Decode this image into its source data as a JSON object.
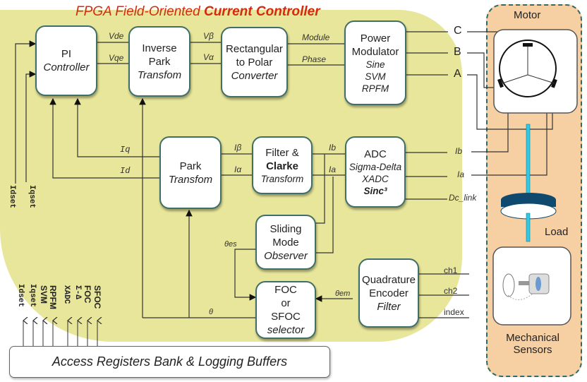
{
  "title": {
    "prefix": "FPGA Field-Oriented ",
    "emphasis": "Current Controller"
  },
  "colors": {
    "fpga_background": "#e8e69a",
    "title_red": "#d42a10",
    "block_border": "#3f6f66",
    "motor_panel": "#f6cfa3",
    "panel_dash": "#2f6b67",
    "shaft": "#35c6e0",
    "load_disc": "#0f4a6e"
  },
  "blocks": {
    "pi": {
      "line1": "PI",
      "line2": "Controller"
    },
    "inverse_park": {
      "line1": "Inverse",
      "line2": "Park",
      "line3": "Transfom"
    },
    "rect_polar": {
      "line1": "Rectangular",
      "line2": "to Polar",
      "line3": "Converter"
    },
    "power_mod": {
      "line1": "Power",
      "line2": "Modulator",
      "opt1": "Sine",
      "opt2": "SVM",
      "opt3": "RPFM"
    },
    "park": {
      "line1": "Park",
      "line2": "Transfom"
    },
    "clarke": {
      "line1": "Filter &",
      "line2": "Clarke",
      "line3": "Transform"
    },
    "adc": {
      "line1": "ADC",
      "opt1": "Sigma-Delta",
      "opt2": "XADC",
      "opt3": "Sinc³"
    },
    "smo": {
      "line1": "Sliding",
      "line2": "Mode",
      "line3": "Observer"
    },
    "selector": {
      "line1": "FOC",
      "line2": "or",
      "line3": "SFOC",
      "line4": "selector"
    },
    "encoder": {
      "line1": "Quadrature",
      "line2": "Encoder",
      "line3": "Filter"
    }
  },
  "signals": {
    "vde": "Vde",
    "vqe": "Vqe",
    "vbeta": "Vβ",
    "valpha": "Vα",
    "module": "Module",
    "phase": "Phase",
    "iq": "Iq",
    "id": "Id",
    "ibeta": "Iβ",
    "ialpha": "Iα",
    "ib_in": "Ib",
    "ia_in": "Ia",
    "ib_ext": "Ib",
    "ia_ext": "Ia",
    "dc_link": "Dc_link",
    "theta_es": "θes",
    "theta_em": "θem",
    "theta": "θ",
    "ch1": "ch1",
    "ch2": "ch2",
    "index": "index",
    "idset": "Idset",
    "iqset": "Iqset"
  },
  "phases": {
    "c": "C",
    "b": "B",
    "a": "A"
  },
  "register_inputs": [
    "Idset",
    "Iqset",
    "SVM",
    "RPFM",
    "XADC",
    "Σ-Δ",
    "FOC",
    "SFOC"
  ],
  "registers_bank": "Access Registers Bank & Logging Buffers",
  "physical": {
    "motor": "Motor",
    "load": "Load",
    "sensors_line1": "Mechanical",
    "sensors_line2": "Sensors"
  }
}
